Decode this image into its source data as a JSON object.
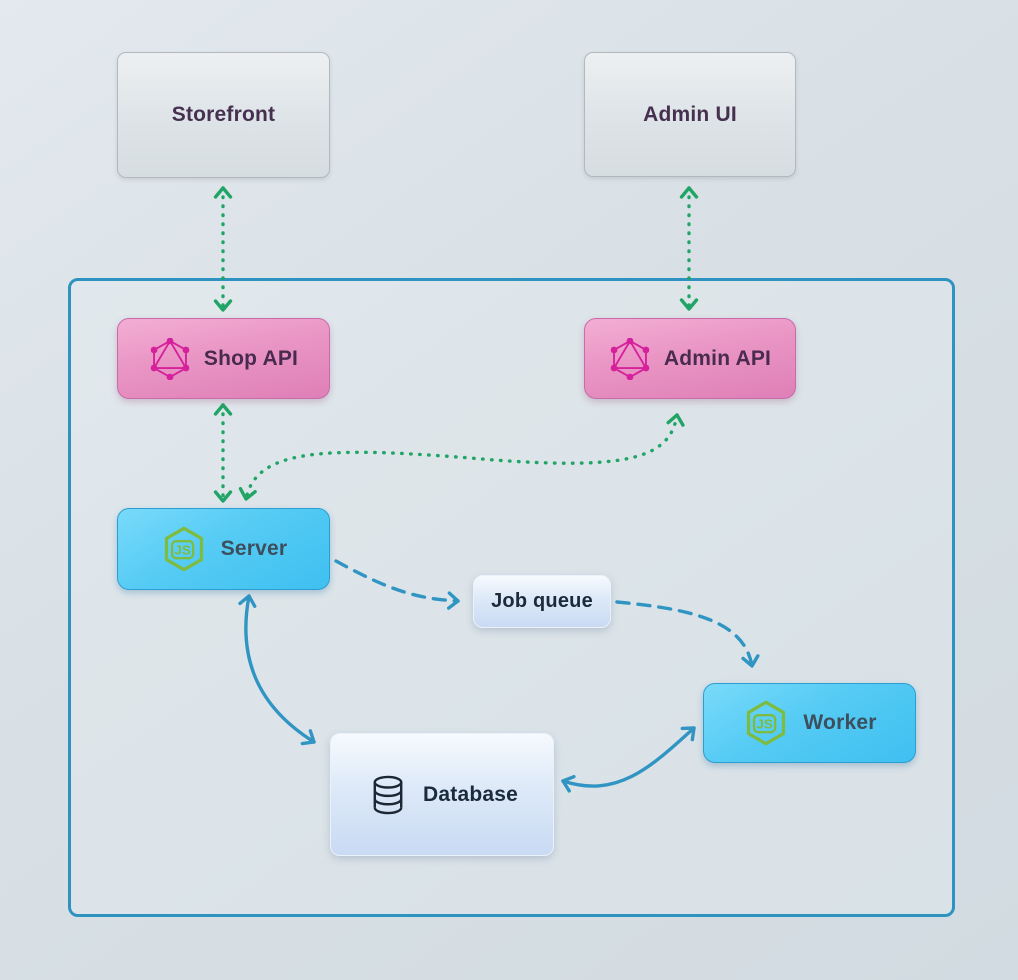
{
  "diagram": {
    "nodes": {
      "storefront": {
        "label": "Storefront"
      },
      "admin_ui": {
        "label": "Admin UI"
      },
      "shop_api": {
        "label": "Shop API",
        "icon": "graphql-icon"
      },
      "admin_api": {
        "label": "Admin API",
        "icon": "graphql-icon"
      },
      "server": {
        "label": "Server",
        "icon": "nodejs-icon"
      },
      "job_queue": {
        "label": "Job queue"
      },
      "worker": {
        "label": "Worker",
        "icon": "nodejs-icon"
      },
      "database": {
        "label": "Database",
        "icon": "database-icon"
      }
    },
    "icon_text": {
      "nodejs": "JS"
    },
    "edges": [
      {
        "from": "Storefront",
        "to": "Shop API",
        "style": "dotted",
        "color": "green",
        "bidirectional": true
      },
      {
        "from": "Admin UI",
        "to": "Admin API",
        "style": "dotted",
        "color": "green",
        "bidirectional": true
      },
      {
        "from": "Shop API",
        "to": "Server",
        "style": "dotted",
        "color": "green",
        "bidirectional": true
      },
      {
        "from": "Server",
        "to": "Admin API",
        "style": "dotted",
        "color": "green",
        "bidirectional": true
      },
      {
        "from": "Server",
        "to": "Job queue",
        "style": "dashed",
        "color": "blue",
        "bidirectional": false
      },
      {
        "from": "Job queue",
        "to": "Worker",
        "style": "dashed",
        "color": "blue",
        "bidirectional": false
      },
      {
        "from": "Server",
        "to": "Database",
        "style": "solid",
        "color": "blue",
        "bidirectional": true
      },
      {
        "from": "Worker",
        "to": "Database",
        "style": "solid",
        "color": "blue",
        "bidirectional": true
      }
    ],
    "colors": {
      "green_arrow": "#21a567",
      "blue_arrow": "#3095c2",
      "container_border": "#2e93c0",
      "graphql_pink": "#d6219c",
      "nodejs_green": "#7ebc41",
      "pink_node": "#e995c4",
      "blue_node": "#55cbf4",
      "light_node": "#dde9f8",
      "gray_node": "#dde3e7"
    }
  }
}
